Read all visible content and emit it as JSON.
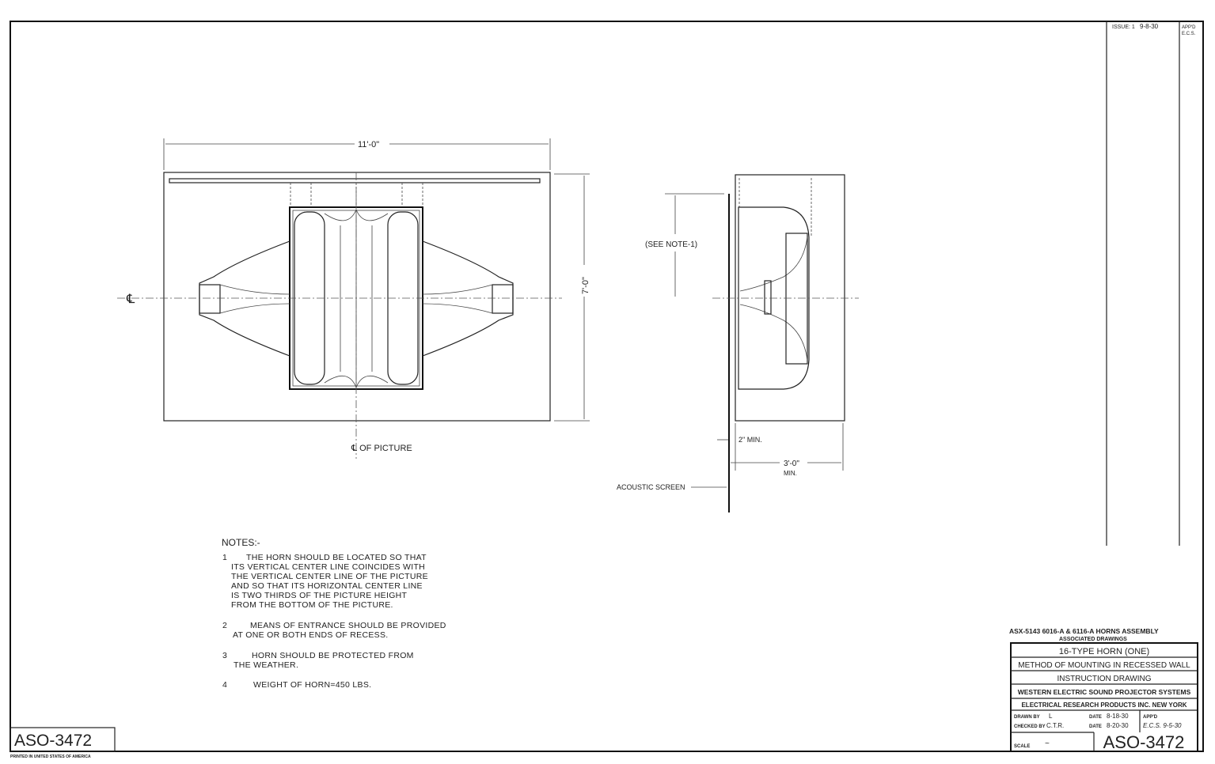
{
  "revision_block": {
    "issue": "ISSUE: 1",
    "date": "9-8-30",
    "appd_label": "APP'D",
    "appd_initials": "E.C.S."
  },
  "front_view": {
    "width_dim": "11'-0\"",
    "height_dim": "7'-0\"",
    "centerline_symbol": "℄",
    "picture_centerline": "℄ OF PICTURE"
  },
  "side_view": {
    "see_note": "(SEE NOTE-1)",
    "min_gap": "2\" MIN.",
    "depth_dim": "3'-0\"",
    "depth_min": "MIN.",
    "acoustic_screen": "ACOUSTIC SCREEN"
  },
  "notes": {
    "heading": "NOTES:-",
    "items": [
      {
        "num": "1",
        "lines": [
          "THE HORN SHOULD BE LOCATED SO THAT",
          "ITS VERTICAL CENTER LINE COINCIDES WITH",
          "THE VERTICAL CENTER LINE OF THE PICTURE",
          "AND SO THAT ITS HORIZONTAL CENTER LINE",
          "IS TWO THIRDS OF THE PICTURE HEIGHT",
          "FROM THE BOTTOM OF THE PICTURE."
        ]
      },
      {
        "num": "2",
        "lines": [
          "MEANS OF ENTRANCE SHOULD BE PROVIDED",
          "AT ONE OR BOTH ENDS OF RECESS."
        ]
      },
      {
        "num": "3",
        "lines": [
          "HORN SHOULD BE PROTECTED FROM",
          "THE WEATHER."
        ]
      },
      {
        "num": "4",
        "lines": [
          "WEIGHT OF HORN=450 LBS."
        ]
      }
    ]
  },
  "title_block": {
    "associated": "ASX-5143 6016-A & 6116-A HORNS ASSEMBLY",
    "associated_label": "ASSOCIATED DRAWINGS",
    "title1": "16-TYPE HORN (ONE)",
    "title2": "METHOD OF MOUNTING IN RECESSED WALL",
    "title3": "INSTRUCTION DRAWING",
    "company": "WESTERN ELECTRIC SOUND PROJECTOR SYSTEMS",
    "maker": "ELECTRICAL RESEARCH PRODUCTS INC. NEW YORK",
    "drawn_by_label": "DRAWN BY",
    "drawn_by": "L",
    "drawn_date_label": "DATE",
    "drawn_date": "8-18-30",
    "checked_by_label": "CHECKED BY",
    "checked_by": "C.T.R.",
    "checked_date_label": "DATE",
    "checked_date": "8-20-30",
    "appd_label": "APP'D",
    "appd": "E.C.S. 9-5-30",
    "scale_label": "SCALE",
    "scale": "~",
    "drawing_number": "ASO-3472"
  },
  "corner": {
    "drawing_number": "ASO-3472",
    "printed": "PRINTED IN UNITED STATES OF AMERICA"
  }
}
